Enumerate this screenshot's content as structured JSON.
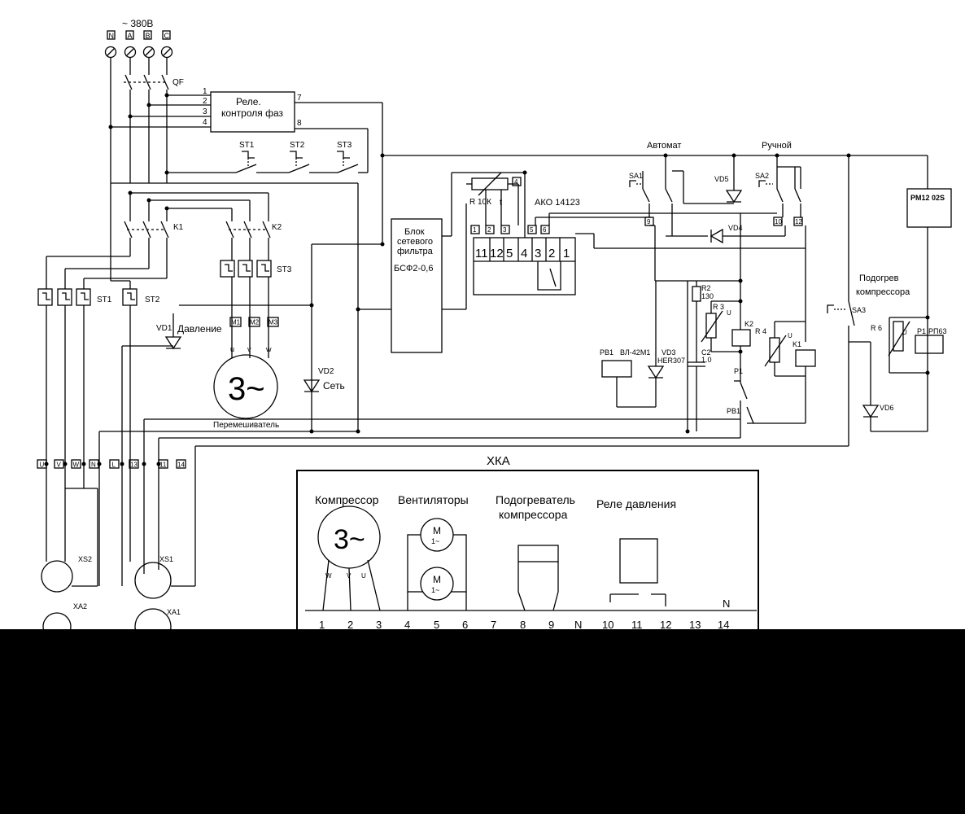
{
  "power": {
    "supply": "~ 380В",
    "terminals": [
      "N",
      "A",
      "B",
      "C"
    ],
    "breaker": "QF"
  },
  "phase_relay": {
    "title_line1": "Реле.",
    "title_line2": "контроля фаз",
    "pins_left": [
      "1",
      "2",
      "3",
      "4"
    ],
    "pins_right": [
      "7",
      "8"
    ]
  },
  "thermostats_top": [
    "ST1",
    "ST2",
    "ST3"
  ],
  "contactors": {
    "k1": "K1",
    "k2": "K2"
  },
  "thermal": {
    "st1": "ST1",
    "st2": "ST2",
    "st3": "ST3"
  },
  "mixer": {
    "symbol": "3~",
    "label": "Перемешиватель",
    "terminals": [
      "M1",
      "M2",
      "M3"
    ],
    "phases": [
      "u",
      "v",
      "w"
    ]
  },
  "indicators": {
    "vd1": "VD1",
    "vd1_label": "Давление",
    "vd2": "VD2",
    "vd2_label": "Сеть",
    "vd3": "VD3",
    "vd3_type": "HER307",
    "vd4": "VD4",
    "vd5": "VD5",
    "vd6": "VD6"
  },
  "filter": {
    "line1": "Блок",
    "line2": "сетевого",
    "line3": "фильтра",
    "model": "БСФ2-0,6"
  },
  "controller": {
    "name": "АКО 14123",
    "terminals": [
      "11",
      "12",
      "5",
      "4",
      "3",
      "2",
      "1"
    ],
    "sensor_r": "R  10К",
    "sensor_t": "t",
    "pin4": "4",
    "pins_small": [
      "1",
      "2",
      "3"
    ],
    "pin5": "5",
    "pin6": "6"
  },
  "modes": {
    "auto": "Автомат",
    "manual": "Ручной",
    "sa1": "SA1",
    "sa2": "SA2",
    "sa3": "SA3",
    "pins_sa1": [
      "9"
    ],
    "pins_sa2": [
      "10",
      "12"
    ]
  },
  "timer": {
    "r2": "R2",
    "r2_val": "130",
    "r3": "R 3",
    "u": "U",
    "k2": "K2",
    "c2": "C2",
    "c2_val": "1.0",
    "p1": "P1",
    "r4": "R  4",
    "k1": "K1",
    "pb1": "PB1",
    "pb1b": "PB1",
    "relay_type": "ВЛ-42М1"
  },
  "heater_block": {
    "model": "PM12 02S",
    "title_line1": "Подогрев",
    "title_line2": "компрессора",
    "r6": "R  6",
    "u": "U",
    "p1": "P1",
    "relay": "РП63"
  },
  "bus": {
    "labels": [
      "U",
      "V",
      "W",
      "N",
      "L",
      "13",
      "11",
      "14"
    ]
  },
  "connectors": {
    "xs2": "XS2",
    "xs1": "XS1",
    "xa2": "XA2",
    "xa1": "XA1"
  },
  "xka": {
    "title": "ХКА",
    "compressor": "Компрессор",
    "compressor_symbol": "3~",
    "compressor_phases": [
      "W",
      "V",
      "U"
    ],
    "fans": "Вентиляторы",
    "fan_symbol": "M",
    "fan_sub": "1~",
    "heater_line1": "Подогреватель",
    "heater_line2": "компрессора",
    "pressure_relay": "Реле давления",
    "n_label": "N",
    "terminals": [
      "1",
      "2",
      "3",
      "4",
      "5",
      "6",
      "7",
      "8",
      "9",
      "N",
      "10",
      "11",
      "12",
      "13",
      "14"
    ]
  }
}
